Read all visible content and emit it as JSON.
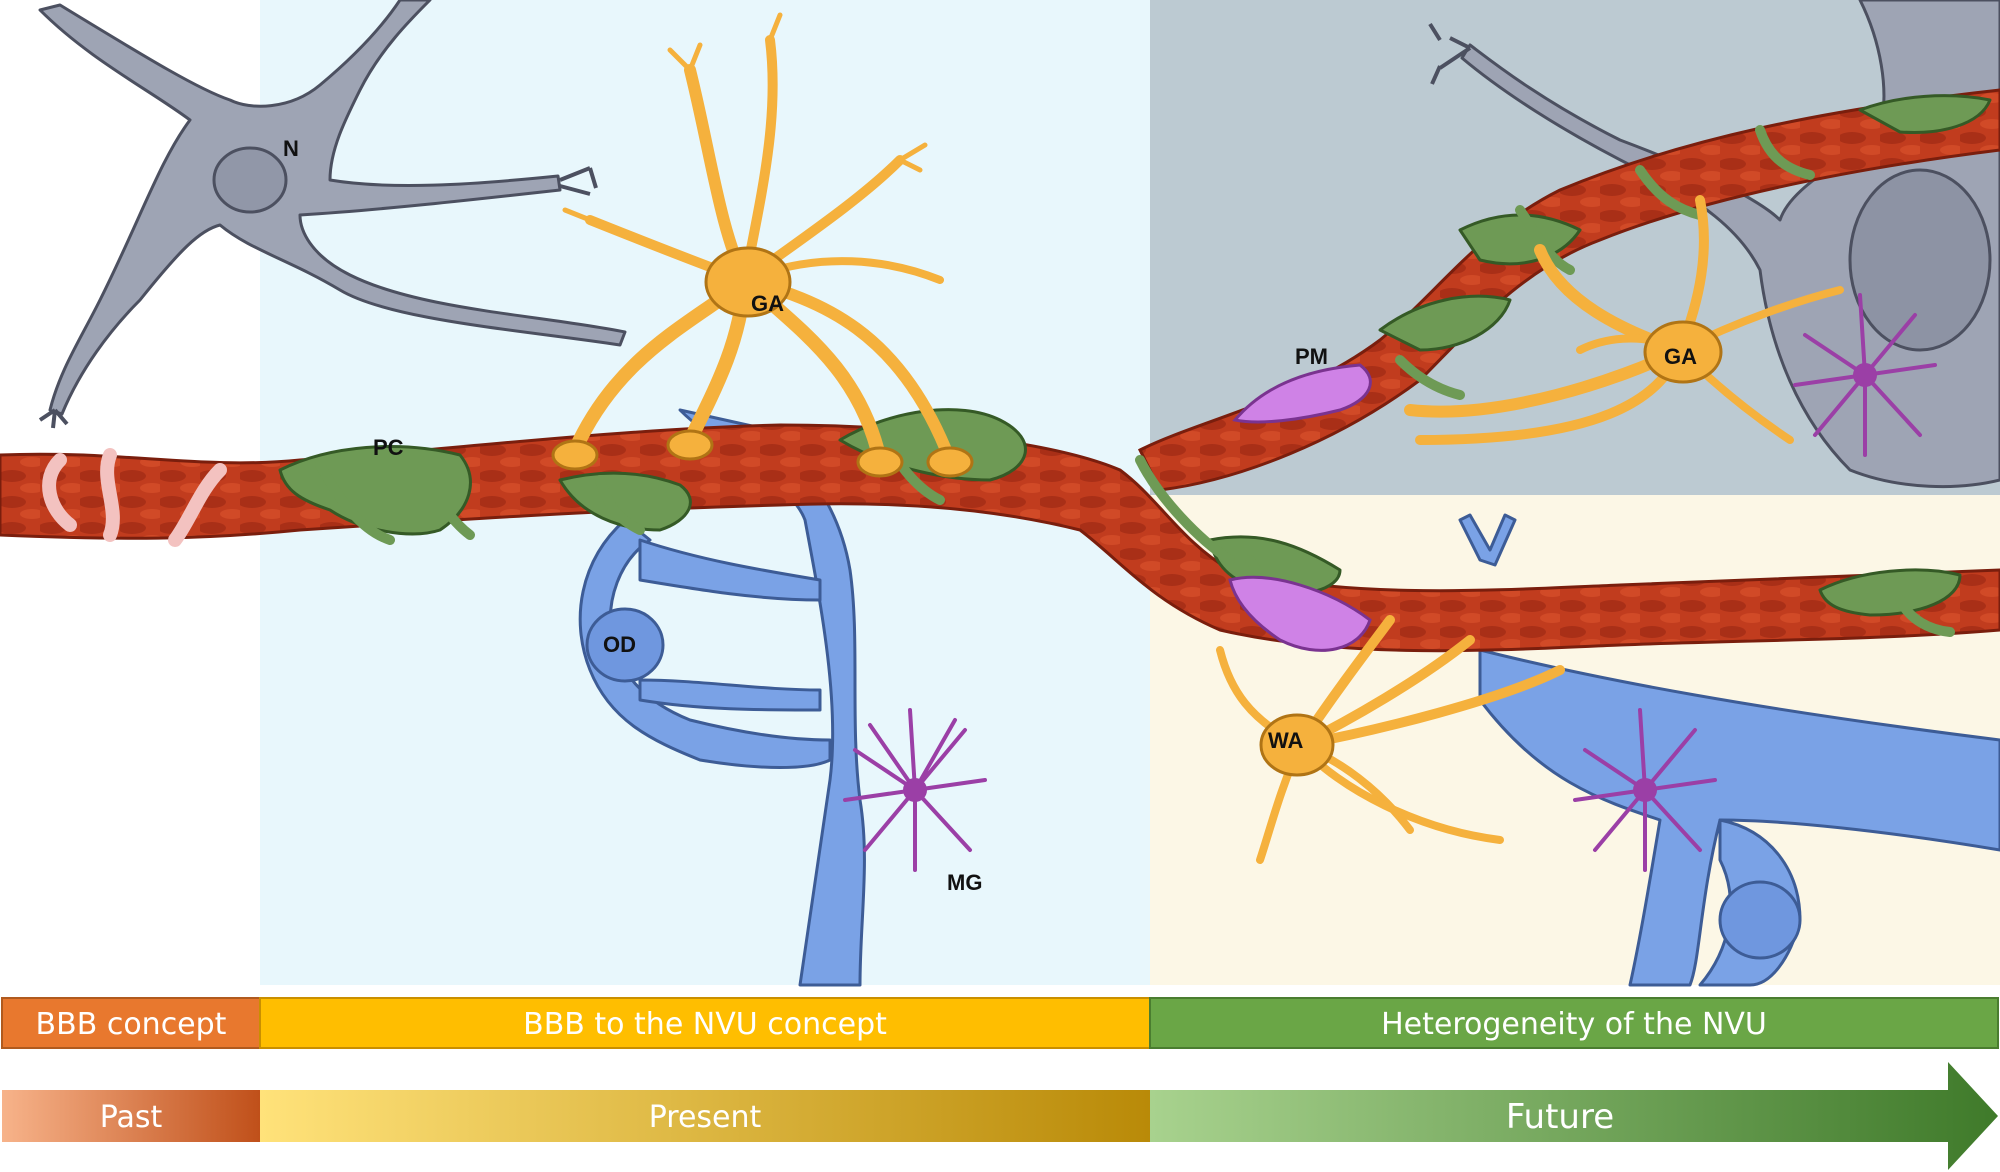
{
  "labels": {
    "neuron": "N",
    "astrocyte_present": "GA",
    "pericyte": "PC",
    "oligodendrocyte": "OD",
    "microglia": "MG",
    "perivascular_macrophage": "PM",
    "astrocyte_future": "GA",
    "white_astrocyte": "WA"
  },
  "concepts": [
    {
      "label": "BBB concept",
      "color": "#e8782e"
    },
    {
      "label": "BBB to the NVU concept",
      "color": "#ffbe00"
    },
    {
      "label": "Heterogeneity of the NVU",
      "color": "#6aa646"
    }
  ],
  "timeline": [
    {
      "label": "Past"
    },
    {
      "label": "Present"
    },
    {
      "label": "Future"
    }
  ],
  "colors": {
    "present_panel": "#e8f7fc",
    "future_top_panel": "#bccad2",
    "future_bottom_panel": "#fcf7e6",
    "vessel": "#c0391d",
    "pericyte": "#6e9a55",
    "astrocyte": "#f5b13d",
    "oligodendrocyte": "#7aa2e6",
    "neuron": "#9ea4b4",
    "microglia": "#9b3fa6",
    "macrophage": "#cf82e6"
  }
}
